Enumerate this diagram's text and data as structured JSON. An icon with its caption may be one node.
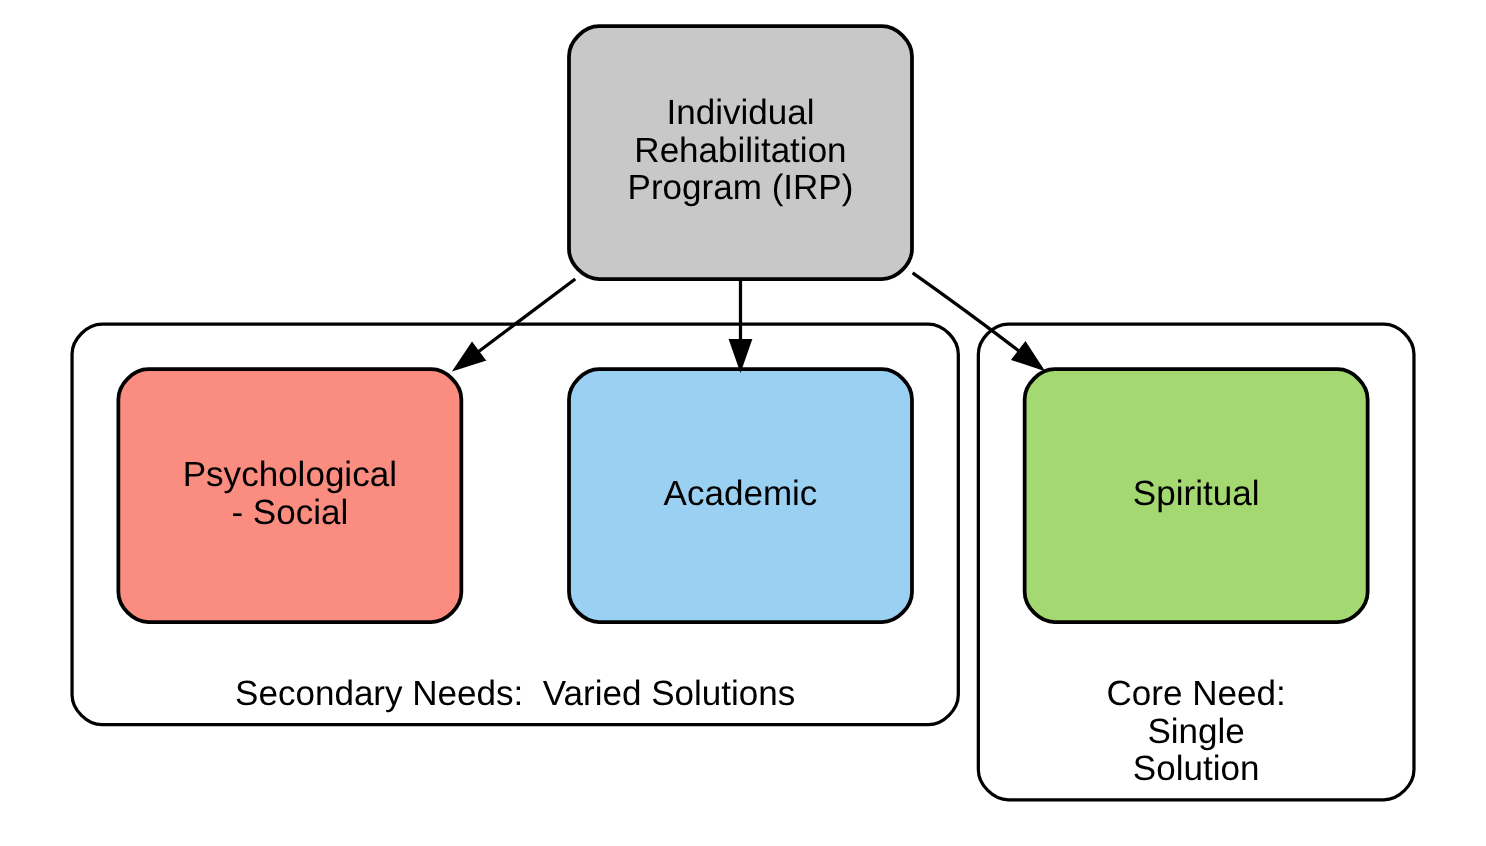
{
  "diagram": {
    "nodes": [
      {
        "text": [
          "Individual Rehabilitation Program (IRP)"
        ]
      },
      {
        "text": [
          "Secondary Needs:  Varied Solutions"
        ]
      },
      {
        "text": [
          "Academic"
        ],
        "in": 1
      },
      {
        "text": [
          "Psychological - Social"
        ],
        "in": 1
      },
      {
        "text": [
          "Core Need: Single Solution"
        ]
      },
      {
        "text": [
          "Spiritual"
        ],
        "in": 4
      }
    ],
    "edges": [
      {
        "from": 0,
        "to": 2,
        "arrow": "to"
      },
      {
        "from": 0,
        "to": 3,
        "arrow": "to"
      },
      {
        "from": 0,
        "to": 5,
        "arrow": "to"
      }
    ]
  }
}
